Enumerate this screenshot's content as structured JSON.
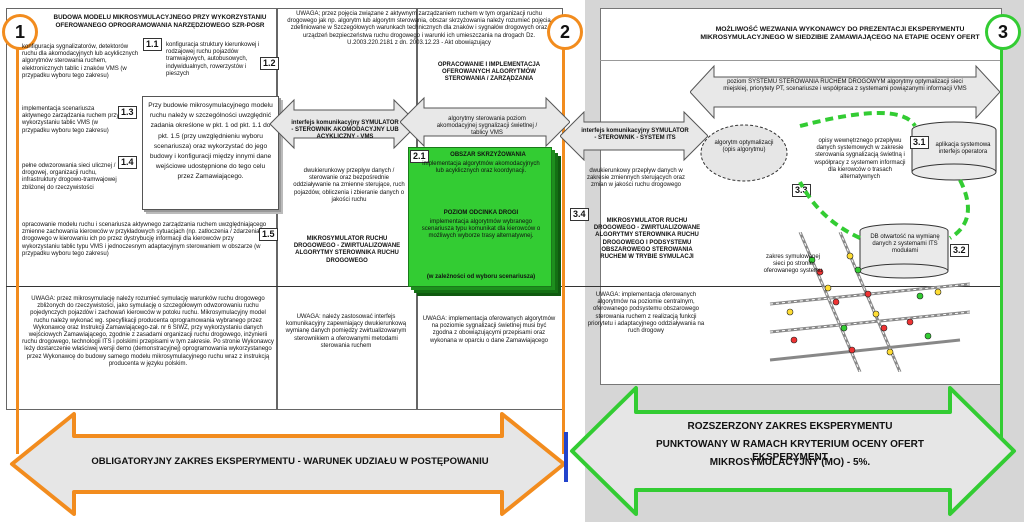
{
  "badges": {
    "one": "1",
    "two": "2",
    "three": "3"
  },
  "left": {
    "title": "BUDOWA MODELU MIKROSYMULACYJNEGO PRZY WYKORZYSTANIU OFEROWANEGO OPROGRAMOWANIA NARZĘDZIOWEGO  SZR-POSR",
    "items": [
      {
        "num": "1.1",
        "text": "konfiguracja sygnalizatorów, detektorów ruchu dla akomodacyjnych lub acyklicznych algorytmów sterowania ruchem, elektronicznych tablic i znaków VMS (w przypadku wyboru tego zakresu)"
      },
      {
        "num": "1.2",
        "text": "konfiguracja struktury kierunkowej i rodzajowej ruchu pojazdów tramwajowych, autobusowych, indywidualnych, rowerzystów i pieszych"
      },
      {
        "num": "1.3",
        "text": "implementacja scenariusza aktywnego zarządzania ruchem przy wykorzystaniu tablic VMS (w przypadku wyboru tego zakresu)"
      },
      {
        "num": "1.4",
        "text": "pełne odwzorowania sieci ulicznej / drogowej, organizacji ruchu, infrastruktury drogowo-tramwajowej zbliżonej do rzeczywistości"
      },
      {
        "num": "1.5",
        "text": "opracowanie modelu ruchu i scenariusza aktywnego zarządzania ruchem uwzględniającego zmienne zachowania kierowców w przykładowych sytuacjach (np. zatłoczenia / zdarzenia drogowego w kierowaniu ich po przez dystrybucję informacji dla kierowców przy wykorzystaniu tablic typu VMS i jednoczesnym adaptacyjnym sterowaniem w obszarze (w przypadku wyboru tego zakresu)"
      }
    ],
    "note": "Przy budowie mikrosymulacyjnego modelu ruchu należy w szczególności uwzględnić zadania określone w pkt. 1 od pkt. 1.1 do pkt. 1.5 (przy uwzględnieniu wyboru scenariusza) oraz wykorzystać do jego budowy i konfiguracji między innymi dane wejściowe udostępnione do tego celu przez Zamawiającego.",
    "bottom": "UWAGA: przez mikrosymulację należy rozumieć symulację warunków ruchu drogowego zbliżonych do rzeczywistości, jako symulację o szczegółowym odwzorowaniu ruchu pojedynczych pojazdów i zachowań kierowców w potoku ruchu. Mikrosymulacyjny model ruchu należy wykonać wg. specyfikacji producenta oprogramowania wybranego przez Wykonawcę oraz Instrukcji Zamawiającego-zał. nr 6 SIWZ, przy wykorzystaniu danych wejściowych Zamawiającego, zgodnie z zasadami organizacji ruchu drogowego, inżynierii ruchu drogowego, technologii ITS i polskimi przepisami w tym zakresie. Po stronie Wykonawcy leży dostarczenie właściwej wersji demo (demonstracyjnej) oprogramowania wykorzystanego przez Wykonawcę do budowy samego modelu mikrosymulacyjnego ruchu wraz z instrukcją producenta w języku polskim."
  },
  "middle": {
    "top_note": "UWAGA; przez pojęcia związane z aktywnym zarządzaniem ruchem w tym organizacji ruchu drogowego jak np. algorytm lub algorytm sterowania, obszar skrzyżowania należy rozumieć pojęcia zdefiniowane w Szczegółowych warunkach technicznych dla znaków i sygnałów drogowych oraz urządzeń bezpieczeństwa ruchu drogowego i warunki ich umieszczania na drogach Dz. U.2003.220.2181 z dn. 2003.12.23 - Akt obowiązujący",
    "interface": "interfejs komunikacyjny SYMULATOR - STEROWNIK AKOMODACYJNY LUB ACYKLICZNY - VMS",
    "flow": "dwukierunkowy przepływ danych / sterowanie oraz bezpośrednie oddziaływanie na zmienne sterujące, ruch pojazdów, obliczenia i zbieranie danych o jakości ruchu",
    "simulator": "MIKROSYMULATOR RUCHU DROGOWEGO - ZWIRTUALIZOWANE ALGORYTMY STEROWNIKA RUCHU DROGOWEGO",
    "bottom": "UWAGA: należy zastosować interfejs komunikacyjny zapewniający dwukierunkową wymianę danych pomiędzy zwirtualizowanym sterownikiem a oferowanymi metodami sterowania ruchem"
  },
  "center": {
    "header": "OPRACOWANIE I IMPLEMENTACJA OFEROWANYCH ALGORYTMÓW STEROWANIA / ZARZĄDZANIA",
    "arrow": "algorytmy sterowania poziom akomodacyjnej sygnalizacji świetlnej / tablicy VMS",
    "green_num": "2.1",
    "green_title": "OBSZAR SKRZYŻOWANIA",
    "green_text1": "implementacja algorytmów akomodacyjnych lub acyklicznych oraz koordynacji.",
    "green_title2": "POZIOM ODCINKA DROGI",
    "green_text2": "implementacja algorytmów wybranego scenariusza typu komunikat dla kierowców o możliwych wyborze trasy alternatywnej.",
    "green_footer": "(w zależności od wyboru scenariusza)",
    "bottom": "UWAGA: implementacja oferowanych algorytmów na poziomie sygnalizacji świetlnej musi być zgodna z obowiązującymi przepisami oraz wykonana w oparciu o dane Zamawiającego"
  },
  "right": {
    "header": "MOŻLIWOŚĆ WEZWANIA WYKONAWCY DO PREZENTACJI EKSPERYMENTU MIKROSYMULACYJNEGO W SIEDZIBIE ZAMAWIAJĄCEGO NA ETAPIE OCENY OFERT",
    "arrow": "poziom SYSTEMU STEROWANIA RUCHEM DROGOWYM algorytmy optymalizacji sieci miejskiej, priorytety PT, scenariusze i współpraca z systemami powiązanymi informacji VMS",
    "interface": "interfejs komunikacyjny SYMULATOR - STEROWNIK - SYSTEM ITS",
    "flow": "dwukierunkowy przepływ danych w zakresie zmiennych sterujących oraz zmian w jakości ruchu drogowego",
    "simulator": "MIKROSYMULATOR RUCHU DROGOWEGO - ZWIRTUALIZOWANE ALGORYTMY STEROWNIKA RUCHU DROGOWEGO I PODSYSTEMU OBSZAROWEGO STEROWANIA RUCHEM W TRYBIE SYMULACJI",
    "num34": "3.4",
    "algorithm": "algorytm optymalizacji (opis algorytmu)",
    "num31": "3.1",
    "app": "aplikacja systemowa interfejs operatora",
    "num33": "3.3",
    "desc": "opisy wewnętrznego przepływu danych systemowych w zakresie sterowania sygnalizacją świetlną i współpracy z systemem informacji dla kierowców o trasach alternatywnych",
    "db": "DB otwartość na wymianę danych z systemami ITS modułami",
    "num32": "3.2",
    "network": "zakres symulowanej sieci po stronie oferowanego systemu",
    "bottom": "UWAGA: implementacja oferowanych algorytmów na poziomie centralnym, oferowanego podsystemu obszarowego sterowania ruchem z realizacją funkcji priorytetu i adaptacyjnego oddziaływania na ruch drogowy"
  },
  "arrows": {
    "left": "OBLIGATORYJNY ZAKRES EKSPERYMENTU - WARUNEK UDZIAŁU W POSTĘPOWANIU",
    "right_l1": "ROZSZERZONY  ZAKRES EKSPERYMENTU",
    "right_l2": "PUNKTOWANY W RAMACH KRYTERIUM OCENY OFERT EKSPERYMENT",
    "right_l3": "MIKROSYMULACYJNY (MO) -  5%."
  },
  "colors": {
    "orange": "#f28c1e",
    "green": "#33cc33",
    "gray": "#d9d9d9"
  }
}
